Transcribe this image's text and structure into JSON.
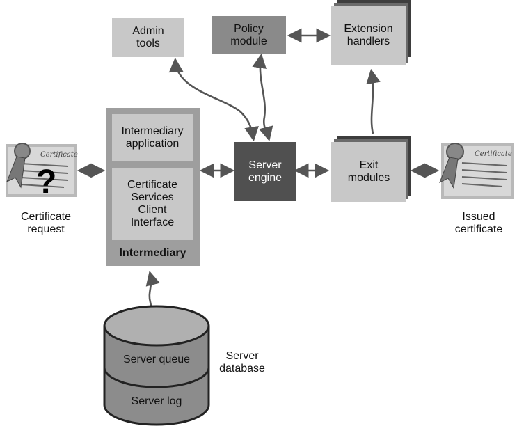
{
  "diagram": {
    "nodes": {
      "admin_tools": "Admin\ntools",
      "policy_module": "Policy\nmodule",
      "extension_handlers": "Extension\nhandlers",
      "intermediary_application": "Intermediary\napplication",
      "client_interface": "Certificate\nServices\nClient\nInterface",
      "intermediary": "Intermediary",
      "server_engine": "Server\nengine",
      "exit_modules": "Exit\nmodules",
      "server_queue": "Server queue",
      "server_log": "Server log"
    },
    "labels": {
      "certificate_request": "Certificate\nrequest",
      "issued_certificate": "Issued\ncertificate",
      "server_database": "Server\ndatabase"
    },
    "certificate_icon": {
      "script_text": "Certificate",
      "unknown_mark": "?"
    }
  }
}
